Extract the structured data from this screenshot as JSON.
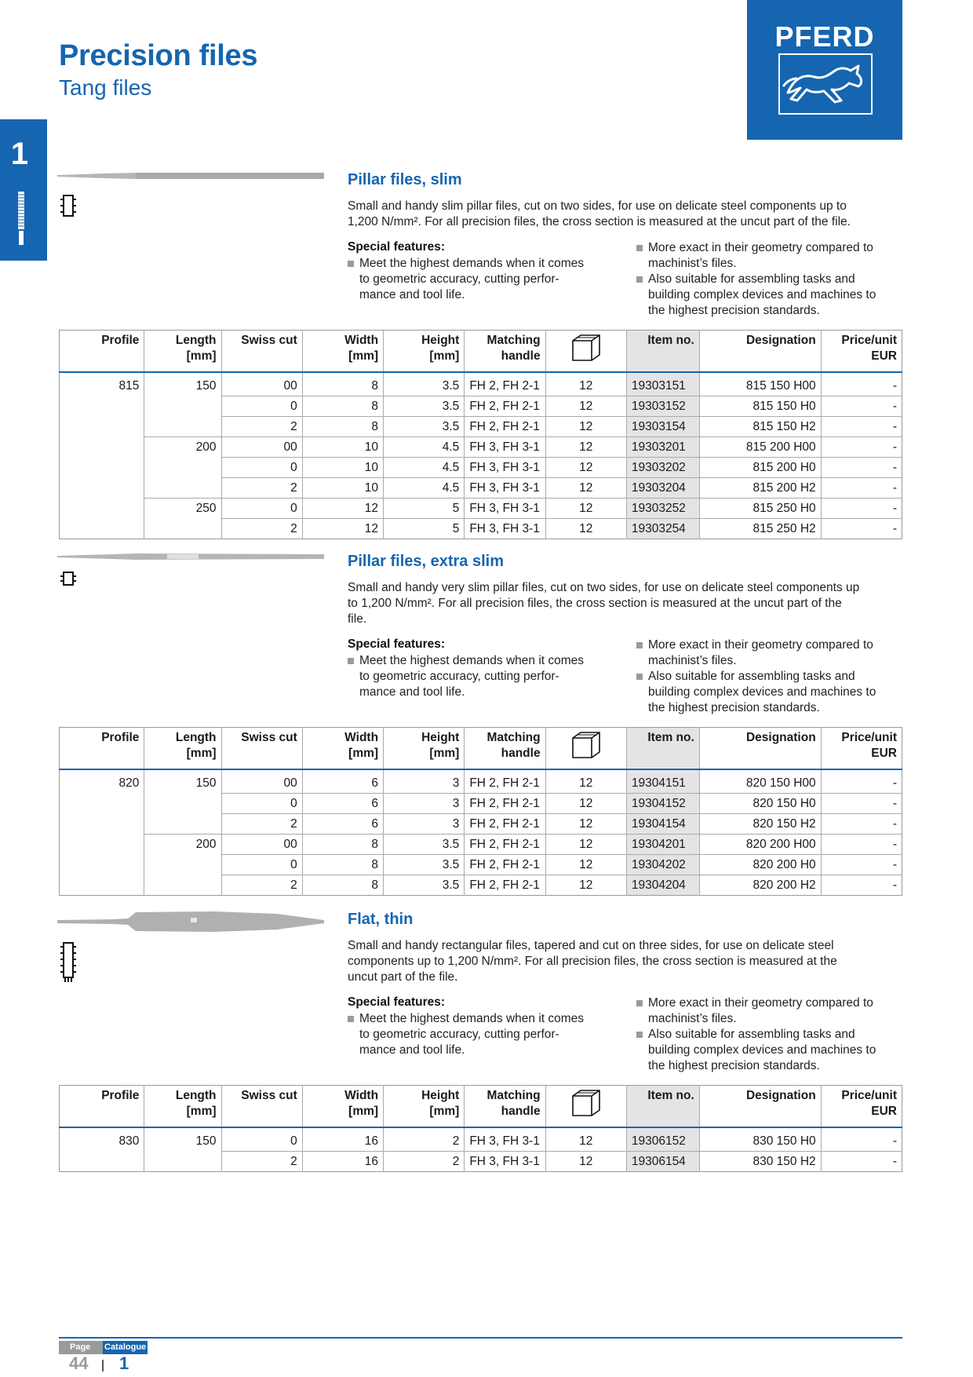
{
  "header": {
    "title": "Precision files",
    "subtitle": "Tang files",
    "logo_text": "PFERD"
  },
  "chapter_tab": "1",
  "table_headers": {
    "profile": "Profile",
    "length": [
      "Length",
      "[mm]"
    ],
    "swiss_cut": "Swiss cut",
    "width": [
      "Width",
      "[mm]"
    ],
    "height": [
      "Height",
      "[mm]"
    ],
    "matching_handle": [
      "Matching",
      "handle"
    ],
    "pack_icon": "box-icon",
    "item_no": "Item no.",
    "designation": "Designation",
    "price": [
      "Price/unit",
      "EUR"
    ]
  },
  "special_features_label": "Special features:",
  "features_left": [
    "Meet the highest demands when it comes",
    "to geometric accuracy, cutting perfor-",
    "mance and tool life."
  ],
  "features_right": [
    [
      "More exact in their geometry compared to",
      "machinist’s files."
    ],
    [
      "Also suitable for assembling tasks and",
      "building complex devices and machines to",
      "the highest precision standards."
    ]
  ],
  "sections": [
    {
      "title": "Pillar files, slim",
      "desc": [
        "Small and handy slim pillar files, cut on two sides, for use on delicate steel components up to",
        "1,200 N/mm². For all precision files, the cross section is measured at the uncut part of the file."
      ],
      "rows": [
        [
          "815",
          "150",
          "00",
          "8",
          "3.5",
          "FH 2, FH 2-1",
          "12",
          "19303151",
          "815 150 H00",
          "-"
        ],
        [
          "",
          "",
          "0",
          "8",
          "3.5",
          "FH 2, FH 2-1",
          "12",
          "19303152",
          "815 150 H0",
          "-"
        ],
        [
          "",
          "",
          "2",
          "8",
          "3.5",
          "FH 2, FH 2-1",
          "12",
          "19303154",
          "815 150 H2",
          "-"
        ],
        [
          "",
          "200",
          "00",
          "10",
          "4.5",
          "FH 3, FH 3-1",
          "12",
          "19303201",
          "815 200 H00",
          "-"
        ],
        [
          "",
          "",
          "0",
          "10",
          "4.5",
          "FH 3, FH 3-1",
          "12",
          "19303202",
          "815 200 H0",
          "-"
        ],
        [
          "",
          "",
          "2",
          "10",
          "4.5",
          "FH 3, FH 3-1",
          "12",
          "19303204",
          "815 200 H2",
          "-"
        ],
        [
          "",
          "250",
          "0",
          "12",
          "5",
          "FH 3, FH 3-1",
          "12",
          "19303252",
          "815 250 H0",
          "-"
        ],
        [
          "",
          "",
          "2",
          "12",
          "5",
          "FH 3, FH 3-1",
          "12",
          "19303254",
          "815 250 H2",
          "-"
        ]
      ]
    },
    {
      "title": "Pillar files, extra slim",
      "desc": [
        "Small and handy very slim pillar files, cut on two sides, for use on delicate steel components up",
        "to 1,200 N/mm². For all precision files, the cross section is measured at the uncut part of the",
        "file."
      ],
      "rows": [
        [
          "820",
          "150",
          "00",
          "6",
          "3",
          "FH 2, FH 2-1",
          "12",
          "19304151",
          "820 150 H00",
          "-"
        ],
        [
          "",
          "",
          "0",
          "6",
          "3",
          "FH 2, FH 2-1",
          "12",
          "19304152",
          "820 150 H0",
          "-"
        ],
        [
          "",
          "",
          "2",
          "6",
          "3",
          "FH 2, FH 2-1",
          "12",
          "19304154",
          "820 150 H2",
          "-"
        ],
        [
          "",
          "200",
          "00",
          "8",
          "3.5",
          "FH 2, FH 2-1",
          "12",
          "19304201",
          "820 200 H00",
          "-"
        ],
        [
          "",
          "",
          "0",
          "8",
          "3.5",
          "FH 2, FH 2-1",
          "12",
          "19304202",
          "820 200 H0",
          "-"
        ],
        [
          "",
          "",
          "2",
          "8",
          "3.5",
          "FH 2, FH 2-1",
          "12",
          "19304204",
          "820 200 H2",
          "-"
        ]
      ]
    },
    {
      "title": "Flat, thin",
      "desc": [
        "Small and handy rectangular files, tapered and cut on three sides, for use on delicate steel",
        "components up to 1,200 N/mm². For all precision files, the cross section is measured at the",
        "uncut part of the file."
      ],
      "rows": [
        [
          "830",
          "150",
          "0",
          "16",
          "2",
          "FH 3, FH 3-1",
          "12",
          "19306152",
          "830 150 H0",
          "-"
        ],
        [
          "",
          "",
          "2",
          "16",
          "2",
          "FH 3, FH 3-1",
          "12",
          "19306154",
          "830 150 H2",
          "-"
        ]
      ]
    }
  ],
  "footer": {
    "page_label": "Page",
    "catalogue_label": "Catalogue",
    "page_number": "44",
    "catalogue_number": "1"
  }
}
